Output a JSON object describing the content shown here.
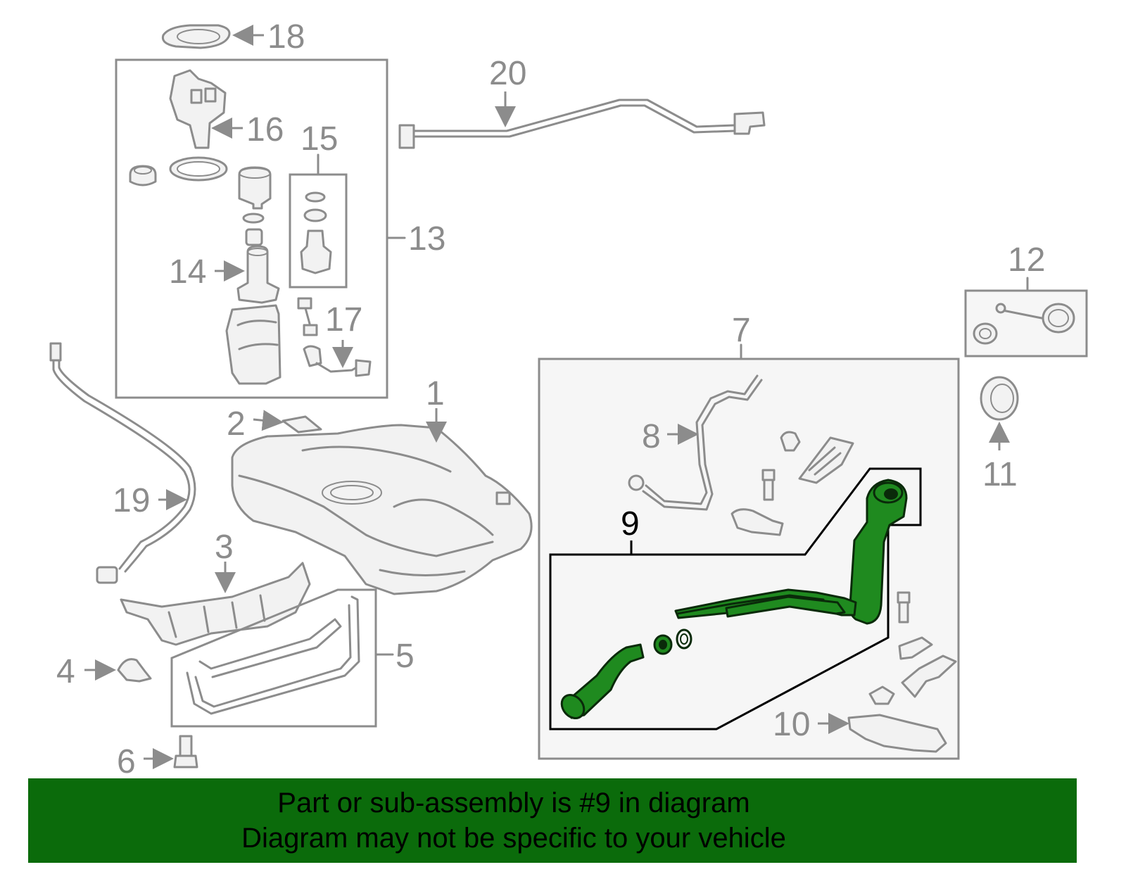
{
  "callouts": {
    "c1": "1",
    "c2": "2",
    "c3": "3",
    "c4": "4",
    "c5": "5",
    "c6": "6",
    "c7": "7",
    "c8": "8",
    "c9": "9",
    "c10": "10",
    "c11": "11",
    "c12": "12",
    "c13": "13",
    "c14": "14",
    "c15": "15",
    "c16": "16",
    "c17": "17",
    "c18": "18",
    "c19": "19",
    "c20": "20"
  },
  "highlighted_callout": "9",
  "banner": {
    "line1": "Part or sub-assembly is #9 in diagram",
    "line2": "Diagram may not be specific to your vehicle"
  },
  "colors": {
    "banner": "#0b6b0b",
    "highlight_part": "#1f8a1f",
    "line_art": "#8c8c8c",
    "highlight_text": "#000000"
  }
}
